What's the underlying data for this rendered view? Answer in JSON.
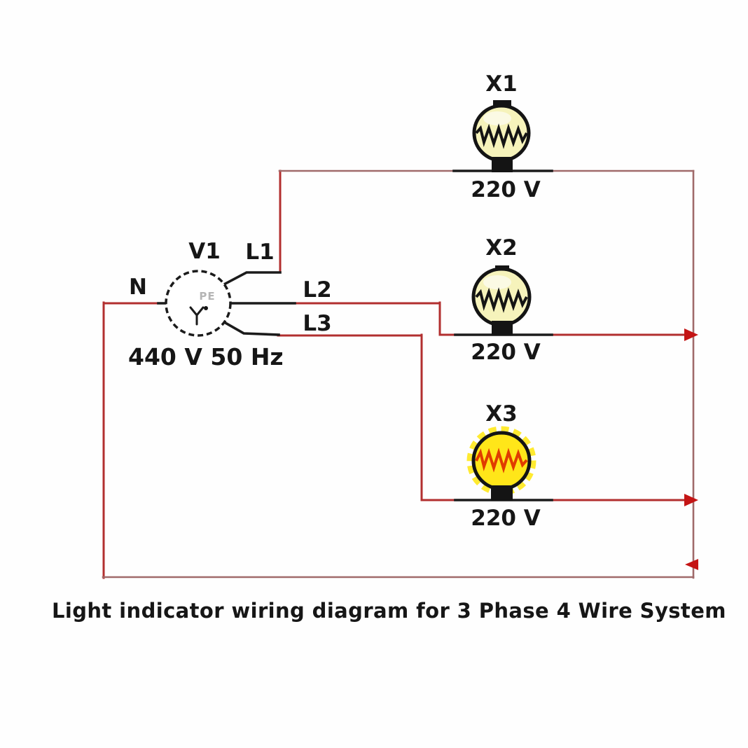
{
  "diagram": {
    "title": "Light indicator wiring diagram for 3 Phase 4 Wire System",
    "source": {
      "designator": "V1",
      "inner_label": "PE",
      "winding_symbol": "Y",
      "rating": "440 V 50 Hz",
      "neutral_label": "N",
      "phase_labels": [
        "L1",
        "L2",
        "L3"
      ]
    },
    "lamps": [
      {
        "designator": "X1",
        "voltage": "220 V",
        "state": "off"
      },
      {
        "designator": "X2",
        "voltage": "220 V",
        "state": "off"
      },
      {
        "designator": "X3",
        "voltage": "220 V",
        "state": "on"
      }
    ],
    "colors": {
      "wire_phase_red": "#b22f2f",
      "wire_dim_red": "#a06a6a",
      "wire_black": "#1b1b1b",
      "junction_red": "#c41414",
      "lamp_off_fill": "#f6f3bb",
      "lamp_on_fill": "#ffe619",
      "filament_off": "#141414",
      "filament_on": "#e03c00",
      "lamp_glow": "#ffe81a"
    }
  }
}
